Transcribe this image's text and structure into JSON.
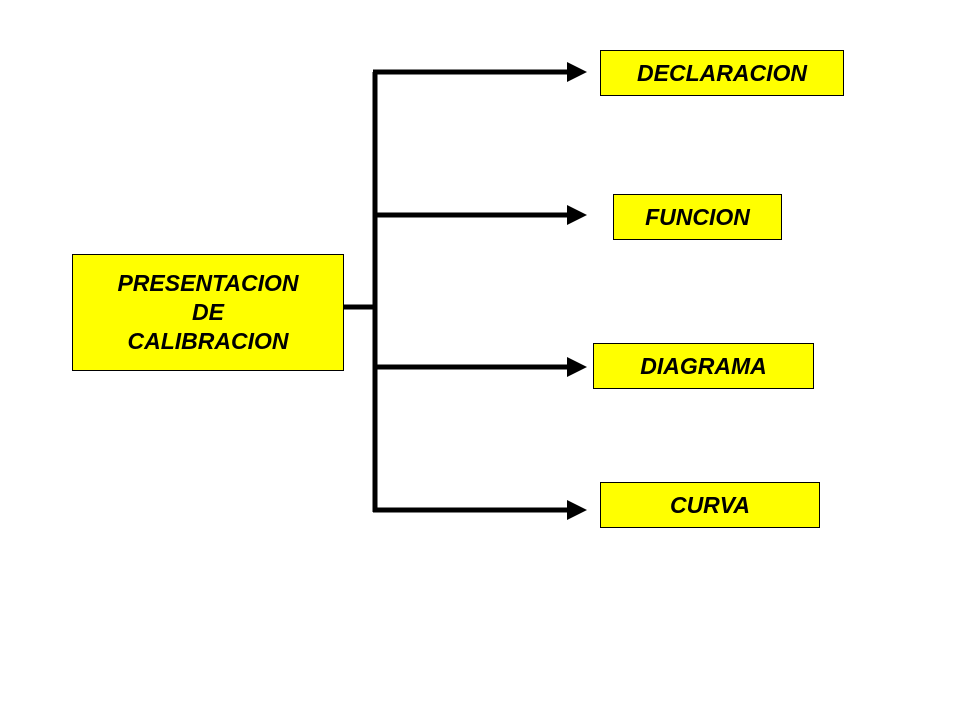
{
  "colors": {
    "node_fill": "#ffff00",
    "node_border": "#000000",
    "text": "#000000",
    "connector": "#000000",
    "background": "#ffffff"
  },
  "root": {
    "lines": [
      "PRESENTACION",
      "DE",
      "CALIBRACION"
    ]
  },
  "branches": [
    {
      "label": "DECLARACION"
    },
    {
      "label": "FUNCION"
    },
    {
      "label": "DIAGRAMA"
    },
    {
      "label": "CURVA"
    }
  ]
}
